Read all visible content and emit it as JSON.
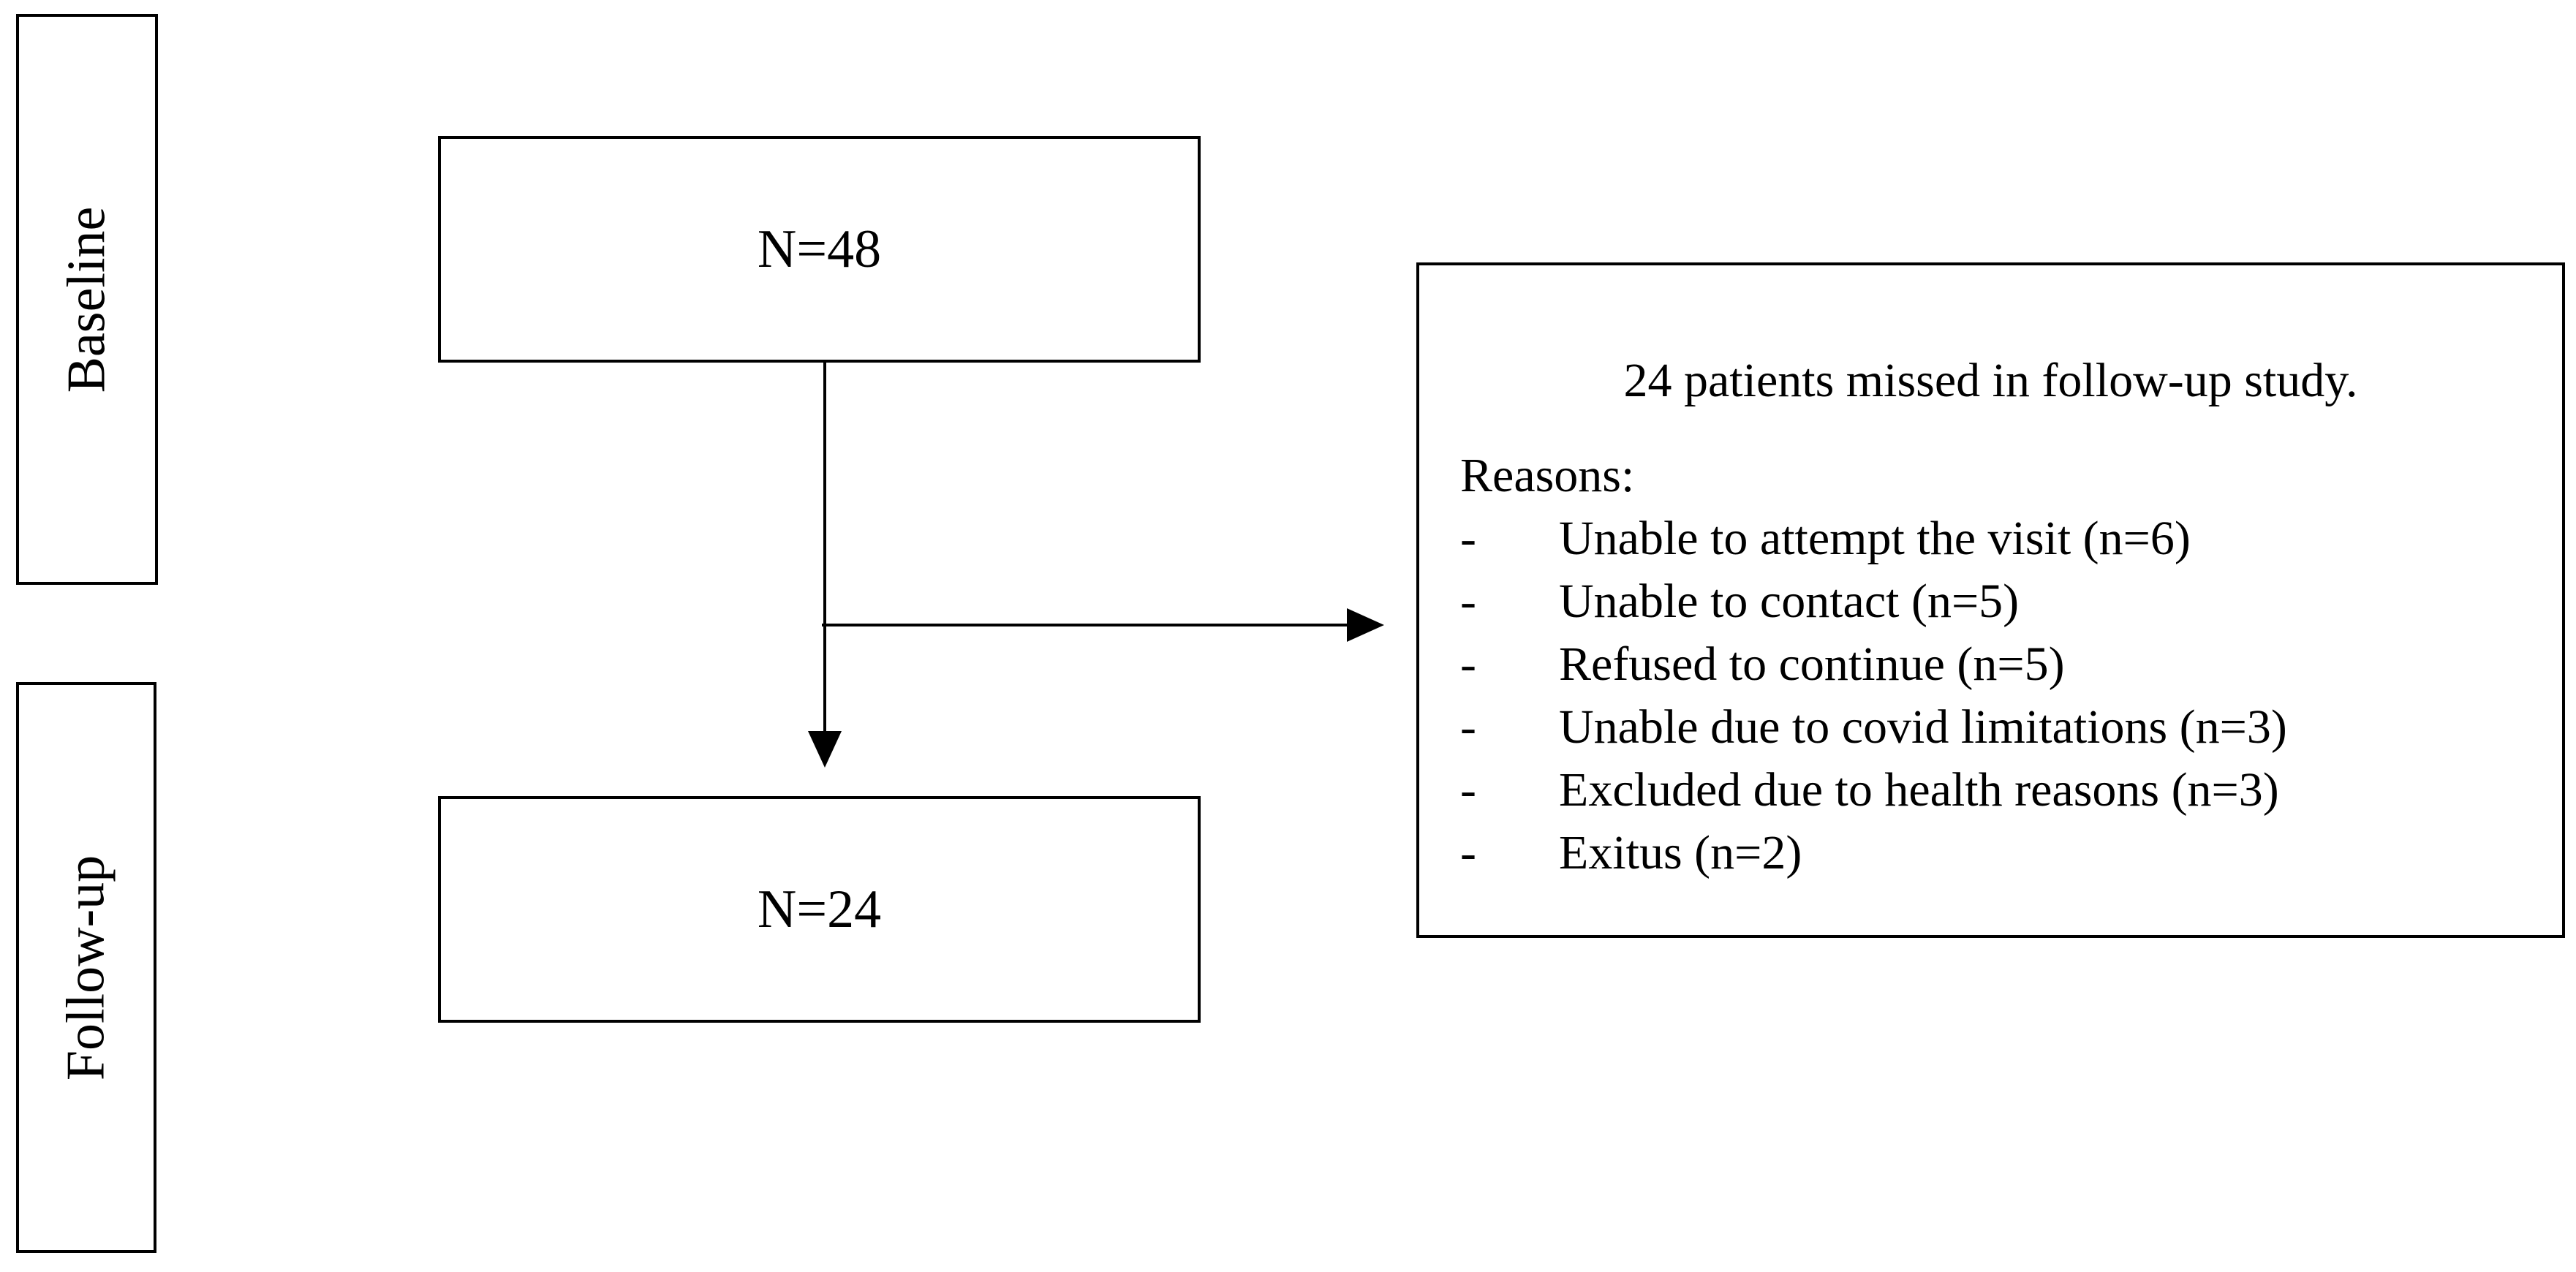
{
  "phases": {
    "baseline": "Baseline",
    "follow_up": "Follow-up"
  },
  "boxes": {
    "baseline_count": "N=48",
    "follow_up_count": "N=24"
  },
  "exclusions": {
    "headline": "24 patients missed in follow-up study.",
    "heading": "Reasons:",
    "bullet": "-",
    "reasons": [
      "Unable to attempt the visit (n=6)",
      "Unable to contact (n=5)",
      "Refused to continue (n=5)",
      "Unable due to covid limitations (n=3)",
      "Excluded due to health reasons (n=3)",
      "Exitus (n=2)"
    ]
  },
  "colors": {
    "stroke": "#000000",
    "background": "#ffffff"
  }
}
